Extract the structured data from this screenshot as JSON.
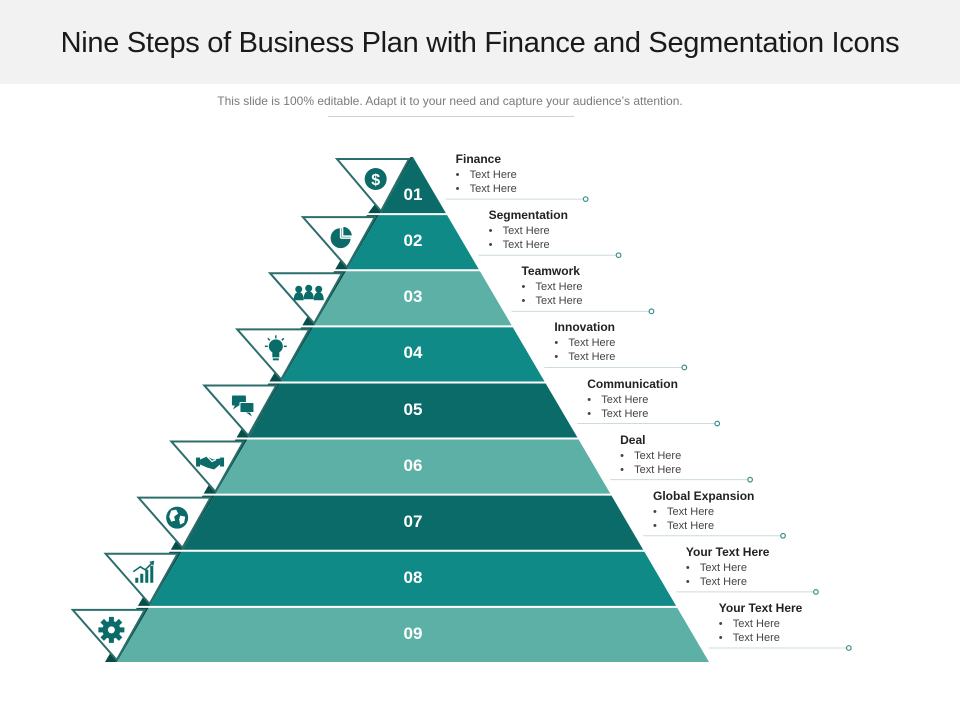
{
  "title": "Nine Steps of Business Plan with Finance and Segmentation Icons",
  "subtitle": "This slide is 100% editable. Adapt it to your need and capture your audience’s attention.",
  "colors": {
    "dark": "#0b6b68",
    "mid": "#0f8a86",
    "light": "#5cb0a5",
    "shadow": "#074e4b",
    "outline": "#2c6e6b",
    "leader": "#ccdcda",
    "dot": "#3a8f8b"
  },
  "steps": [
    {
      "number": "01",
      "title": "Finance",
      "items": [
        "Text Here",
        "Text Here"
      ],
      "icon": "dollar-icon",
      "tone": "dark"
    },
    {
      "number": "02",
      "title": "Segmentation",
      "items": [
        "Text Here",
        "Text Here"
      ],
      "icon": "pie-chart-icon",
      "tone": "mid"
    },
    {
      "number": "03",
      "title": "Teamwork",
      "items": [
        "Text Here",
        "Text Here"
      ],
      "icon": "team-icon",
      "tone": "light"
    },
    {
      "number": "04",
      "title": "Innovation",
      "items": [
        "Text Here",
        "Text Here"
      ],
      "icon": "lightbulb-icon",
      "tone": "mid"
    },
    {
      "number": "05",
      "title": "Communication",
      "items": [
        "Text Here",
        "Text Here"
      ],
      "icon": "chat-icon",
      "tone": "dark"
    },
    {
      "number": "06",
      "title": "Deal",
      "items": [
        "Text Here",
        "Text Here"
      ],
      "icon": "handshake-icon",
      "tone": "light"
    },
    {
      "number": "07",
      "title": "Global Expansion",
      "items": [
        "Text Here",
        "Text Here"
      ],
      "icon": "globe-icon",
      "tone": "dark"
    },
    {
      "number": "08",
      "title": "Your Text Here",
      "items": [
        "Text Here",
        "Text Here"
      ],
      "icon": "growth-chart-icon",
      "tone": "mid"
    },
    {
      "number": "09",
      "title": "Your Text Here",
      "items": [
        "Text Here",
        "Text Here"
      ],
      "icon": "gear-icon",
      "tone": "light"
    }
  ]
}
